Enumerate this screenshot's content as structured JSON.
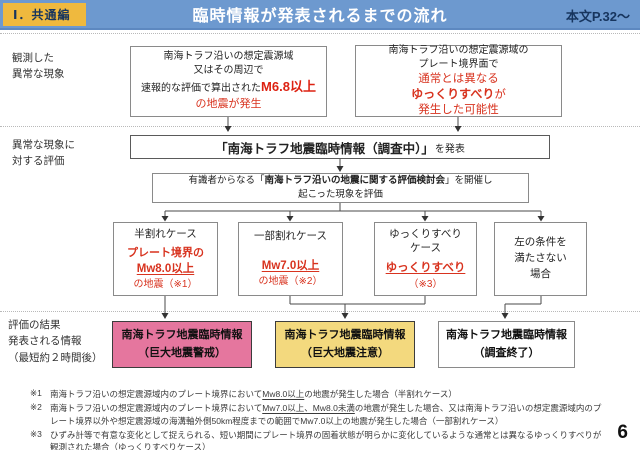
{
  "header": {
    "badge": "Ⅰ．共通編",
    "title": "臨時情報が発表されるまでの流れ",
    "page_ref": "本文P.32～"
  },
  "colors": {
    "header_bg": "#6d99cf",
    "badge_bg": "#efb93e",
    "badge_text": "#17355e",
    "title_text": "#ffffff",
    "emphasis_red": "#d8331f",
    "alert_pink": "#e5769e",
    "caution_yellow": "#f3d97e"
  },
  "row_labels": {
    "observed": "観測した\n異常な現象",
    "evaluation": "異常な現象に\n対する評価",
    "result": "評価の結果\n発表される情報\n（最短約２時間後）"
  },
  "top_boxes": {
    "earthquake": {
      "l1": "南海トラフ沿いの想定震源域",
      "l2": "又はその周辺で",
      "l3_black": "速報的な評価で算出された",
      "l3_red": "M6.8以上",
      "l4_red": "の地震が発生"
    },
    "slowslip": {
      "l1": "南海トラフ沿いの想定震源域の",
      "l2": "プレート境界面で",
      "l3_red": "通常とは異なる",
      "l4_red_bold": "ゆっくりすべり",
      "l4_red": "が",
      "l5_red": "発生した可能性"
    }
  },
  "announce_box": {
    "bold": "「南海トラフ地震臨時情報（調査中）」",
    "normal": "を発表"
  },
  "council_box": {
    "pre": "有識者からなる「",
    "bold": "南海トラフ沿いの地震に関する評価検討会",
    "post": "」を開催し",
    "line2": "起こった現象を評価"
  },
  "case_boxes": [
    {
      "title": "半割れケース",
      "emph_top": "プレート境界の",
      "emph": "Mw8.0以上",
      "tail": "の地震（※1）"
    },
    {
      "title": "一部割れケース",
      "emph": "Mw7.0以上",
      "tail": "の地震（※2）"
    },
    {
      "title": "ゆっくりすべり\nケース",
      "emph": "ゆっくりすべり",
      "tail": "（※3）"
    },
    {
      "title": "左の条件を\n満たさない\n場合"
    }
  ],
  "result_boxes": [
    {
      "l1": "南海トラフ地震臨時情報",
      "l2": "（巨大地震警戒）"
    },
    {
      "l1": "南海トラフ地震臨時情報",
      "l2": "（巨大地震注意）"
    },
    {
      "l1": "南海トラフ地震臨時情報",
      "l2": "（調査終了）"
    }
  ],
  "footnotes": [
    {
      "num": "※1",
      "pre": "南海トラフ沿いの想定震源域内のプレート境界において",
      "u": "Mw8.0以上",
      "post": "の地震が発生した場合（半割れケース）"
    },
    {
      "num": "※2",
      "pre": "南海トラフ沿いの想定震源域内のプレート境界において",
      "u": "Mw7.0以上、Mw8.0未満",
      "post": "の地震が発生した場合、又は南海トラフ沿いの想定震源域内のプレート境界以外や想定震源域の海溝軸外側50km程度までの範囲でMw7.0以上の地震が発生した場合（一部割れケース）"
    },
    {
      "num": "※3",
      "text": "ひずみ計等で有意な変化として捉えられる、短い期間にプレート境界の固着状態が明らかに変化しているような通常とは異なるゆっくりすべりが観測された場合（ゆっくりすべりケース）"
    }
  ],
  "page_number": "6"
}
